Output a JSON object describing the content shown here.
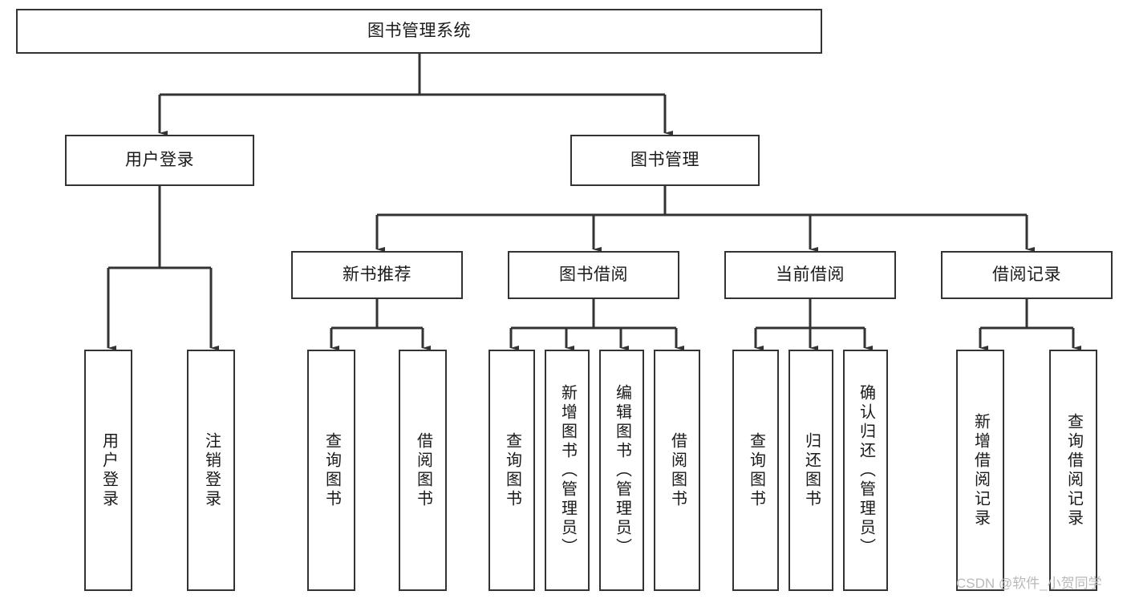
{
  "diagram": {
    "type": "tree-hierarchy",
    "title": "图书管理系统",
    "watermark": "CSDN @软件_小贺同学",
    "colors": {
      "stroke": "#333333",
      "fill": "#ffffff",
      "text": "#1a1a1a",
      "watermark": "#b9b9b9"
    },
    "levels": {
      "root": {
        "label": "图书管理系统"
      },
      "level2": [
        {
          "label": "用户登录"
        },
        {
          "label": "图书管理"
        }
      ],
      "level3": [
        {
          "label": "新书推荐"
        },
        {
          "label": "图书借阅"
        },
        {
          "label": "当前借阅"
        },
        {
          "label": "借阅记录"
        }
      ],
      "leaves": {
        "user_login": [
          {
            "label": "用户登录"
          },
          {
            "label": "注销登录"
          }
        ],
        "new_book_recommend": [
          {
            "label": "查询图书"
          },
          {
            "label": "借阅图书"
          }
        ],
        "book_borrow": [
          {
            "label": "查询图书"
          },
          {
            "label": "新增图书（管理员）"
          },
          {
            "label": "编辑图书（管理员）"
          },
          {
            "label": "借阅图书"
          }
        ],
        "current_borrow": [
          {
            "label": "查询图书"
          },
          {
            "label": "归还图书"
          },
          {
            "label": "确认归还（管理员）"
          }
        ],
        "borrow_record": [
          {
            "label": "新增借阅记录"
          },
          {
            "label": "查询借阅记录"
          }
        ]
      }
    }
  }
}
